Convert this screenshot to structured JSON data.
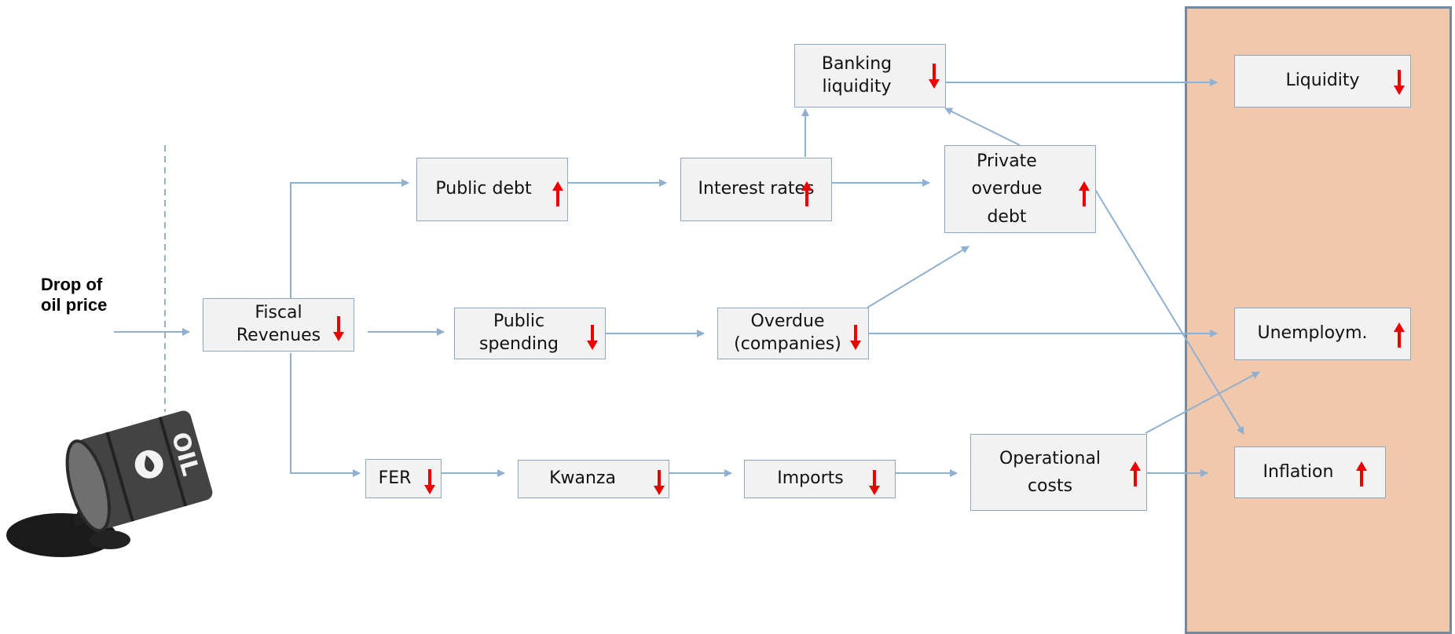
{
  "drop_label": {
    "line1": "Drop of",
    "line2": "oil price"
  },
  "barrel": {
    "icon": "oil-barrel-icon",
    "text": "OIL"
  },
  "boxes": {
    "fiscal": "Fiscal\nRevenues",
    "public_debt": "Public debt",
    "public_spending": "Public\nspending",
    "fer": "FER",
    "kwanza": "Kwanza",
    "interest_rates": "Interest rates",
    "banking_liquidity": "Banking\nliquidity",
    "overdue_companies": "Overdue\n(companies)",
    "imports": "Imports",
    "private_overdue_debt": "Private\noverdue\ndebt",
    "operational_costs": "Operational\ncosts",
    "liquidity": "Liquidity",
    "unemployment": "Unemploym.",
    "inflation": "Inflation"
  },
  "trends": {
    "fiscal": "down",
    "public_debt": "up",
    "public_spending": "down",
    "fer": "down",
    "kwanza": "down",
    "interest_rates": "up",
    "banking_liquidity": "down",
    "overdue_companies": "down",
    "imports": "down",
    "private_overdue_debt": "up",
    "operational_costs": "up",
    "liquidity": "down",
    "unemployment": "up",
    "inflation": "up"
  },
  "colors": {
    "connector": "#8fb0cf",
    "trend_arrow": "#ee0000",
    "outcome_panel": "#f2c8ad",
    "box_fill": "#f2f2f2"
  }
}
